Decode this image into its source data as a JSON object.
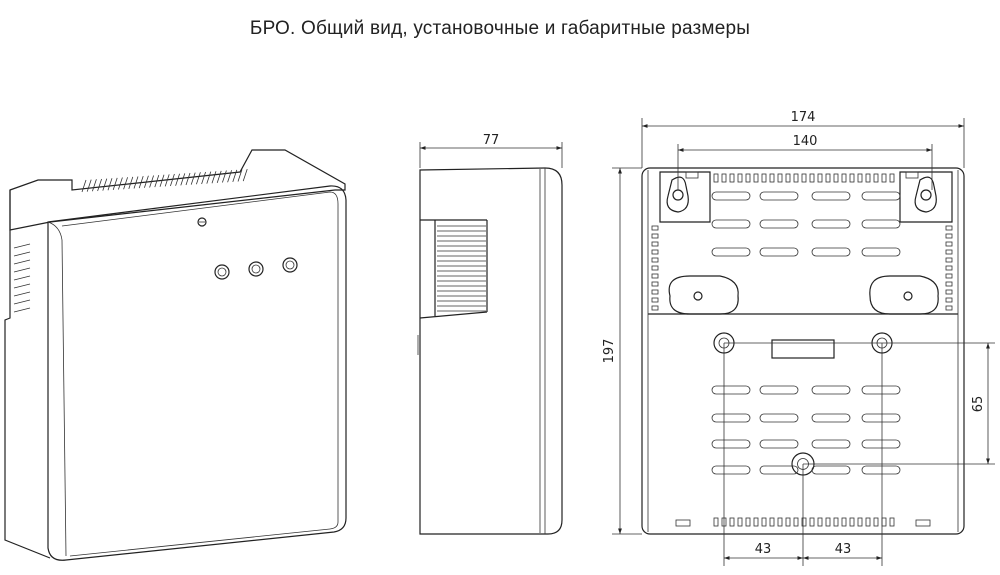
{
  "title": "БРО. Общий вид, установочные и габаритные размеры",
  "dims": {
    "depth": "77",
    "width": "174",
    "mount_span": "140",
    "height": "197",
    "hole_vertical": "65",
    "hole_left": "43",
    "hole_right": "43"
  }
}
